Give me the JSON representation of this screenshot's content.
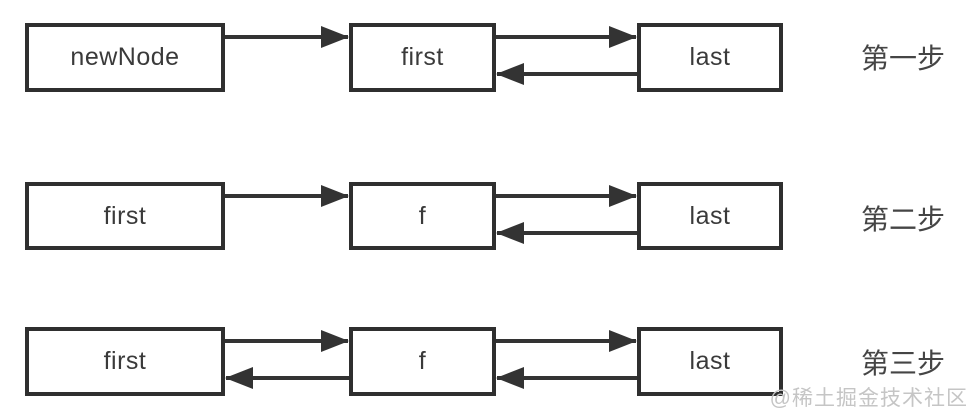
{
  "diagram": {
    "title_hint": "linked-list addFirst steps",
    "rows": [
      {
        "step_label": "第一步",
        "nodes": [
          {
            "text": "newNode"
          },
          {
            "text": "first"
          },
          {
            "text": "last"
          }
        ],
        "edges": [
          {
            "from": 0,
            "to": 1,
            "lane": "top"
          },
          {
            "from": 1,
            "to": 2,
            "lane": "top"
          },
          {
            "from": 2,
            "to": 1,
            "lane": "bottom"
          }
        ]
      },
      {
        "step_label": "第二步",
        "nodes": [
          {
            "text": "first"
          },
          {
            "text": "f"
          },
          {
            "text": "last"
          }
        ],
        "edges": [
          {
            "from": 0,
            "to": 1,
            "lane": "top"
          },
          {
            "from": 1,
            "to": 2,
            "lane": "top"
          },
          {
            "from": 2,
            "to": 1,
            "lane": "bottom"
          }
        ]
      },
      {
        "step_label": "第三步",
        "nodes": [
          {
            "text": "first"
          },
          {
            "text": "f"
          },
          {
            "text": "last"
          }
        ],
        "edges": [
          {
            "from": 0,
            "to": 1,
            "lane": "top"
          },
          {
            "from": 1,
            "to": 0,
            "lane": "bottom"
          },
          {
            "from": 1,
            "to": 2,
            "lane": "top"
          },
          {
            "from": 2,
            "to": 1,
            "lane": "bottom"
          }
        ]
      }
    ],
    "watermark": "@稀土掘金技术社区",
    "colors": {
      "arrow": "#333333",
      "box_border": "#2f2f2f",
      "node_text": "#3a3a3a",
      "step_text": "#454545",
      "watermark_text": "#c5c5c5"
    }
  }
}
